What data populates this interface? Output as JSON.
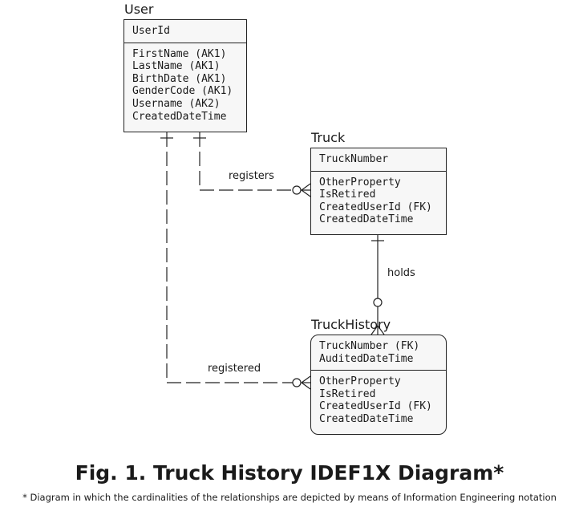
{
  "entities": {
    "user": {
      "name": "User",
      "keys": [
        "UserId"
      ],
      "attributes": [
        "FirstName (AK1)",
        "LastName (AK1)",
        "BirthDate (AK1)",
        "GenderCode (AK1)",
        "Username (AK2)",
        "CreatedDateTime"
      ]
    },
    "truck": {
      "name": "Truck",
      "keys": [
        "TruckNumber"
      ],
      "attributes": [
        "OtherProperty",
        "IsRetired",
        "CreatedUserId (FK)",
        "CreatedDateTime"
      ]
    },
    "truck_history": {
      "name": "TruckHistory",
      "keys": [
        "TruckNumber (FK)",
        "AuditedDateTime"
      ],
      "attributes": [
        "OtherProperty",
        "IsRetired",
        "CreatedUserId (FK)",
        "CreatedDateTime"
      ]
    }
  },
  "relationships": {
    "registers": "registers",
    "holds": "holds",
    "registered": "registered"
  },
  "caption": "Fig. 1. Truck History IDEF1X Diagram*",
  "footnote": "* Diagram in which the cardinalities of the relationships are depicted by means of Information Engineering notation"
}
